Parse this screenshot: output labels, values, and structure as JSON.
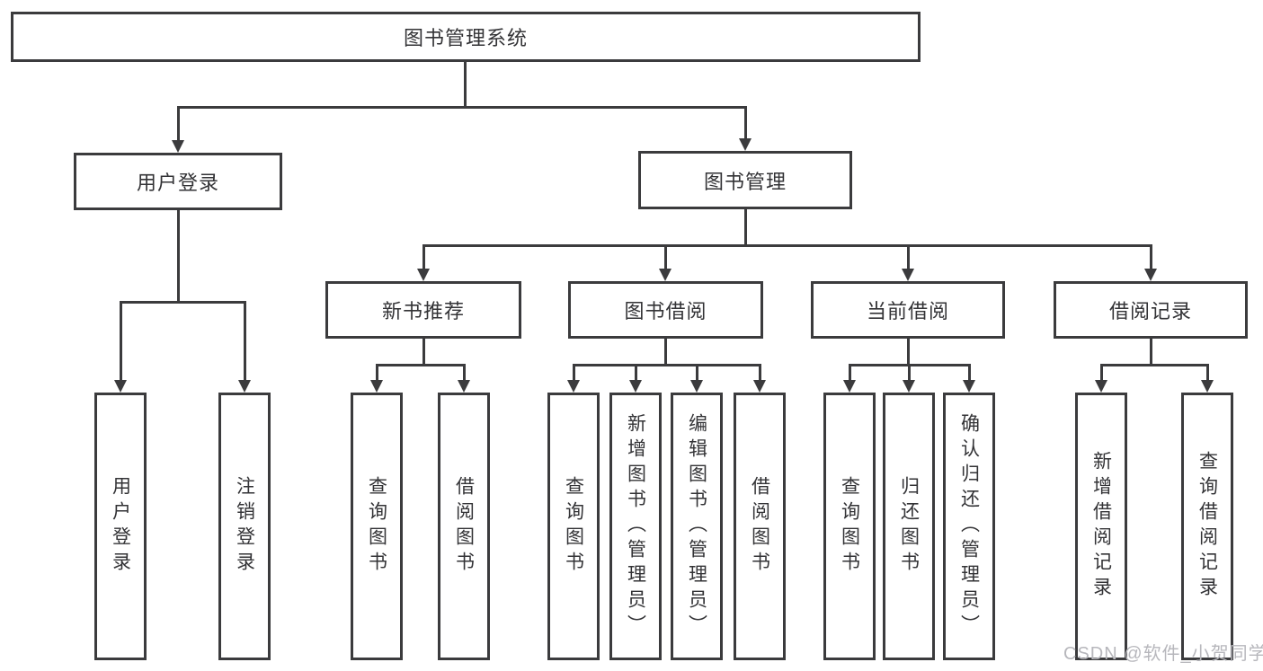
{
  "colors": {
    "line": "#3b3b3d",
    "text": "#333336",
    "watermark_text": "#b7b7bc",
    "background": "#ffffff"
  },
  "watermark": "CSDN @软件_小贺同学",
  "tree": {
    "root": "图书管理系统",
    "user_login": "用户登录",
    "book_management": "图书管理",
    "new_book": "新书推荐",
    "book_borrow": "图书借阅",
    "current_borrow": "当前借阅",
    "borrow_record": "借阅记录",
    "leaves": {
      "user_login_1": "用户登录",
      "user_login_2": "注销登录",
      "new_book_1": "查询图书",
      "new_book_2": "借阅图书",
      "book_borrow_1": "查询图书",
      "book_borrow_2": "新增图书（管理员）",
      "book_borrow_3": "编辑图书（管理员）",
      "book_borrow_4": "借阅图书",
      "current_1": "查询图书",
      "current_2": "归还图书",
      "current_3": "确认归还（管理员）",
      "record_1": "新增借阅记录",
      "record_2": "查询借阅记录"
    }
  }
}
